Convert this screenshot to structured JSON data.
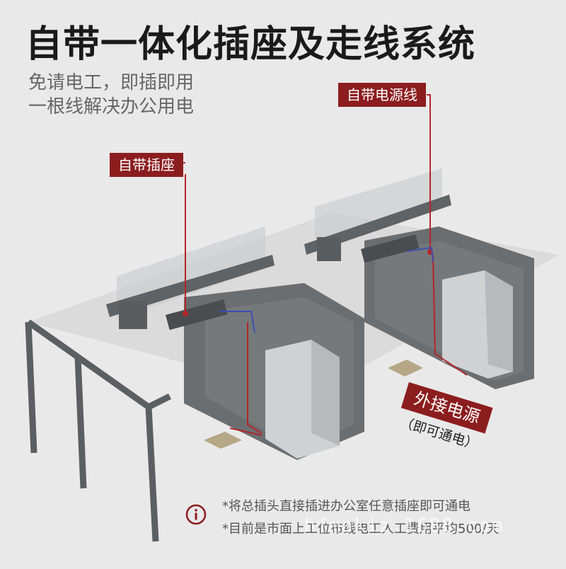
{
  "title": "自带一体化插座及走线系统",
  "subtitle": [
    "免请电工，即插即用",
    "一根线解决办公用电"
  ],
  "callouts": {
    "outlet": "自带插座",
    "power_cord": "自带电源线",
    "external_power": "外接电源",
    "external_power_note": "（即可通电）"
  },
  "notes": [
    "*将总插头直接插进办公室任意插座即可通电",
    "*目前是市面上工位布线电工人工费用平均500/天"
  ],
  "watermark": "hfmakiz.1688.com",
  "colors": {
    "accent": "#8c1d1f",
    "background": "#e9e9e9",
    "frame": "#555a5e"
  },
  "icons": [
    "info-icon"
  ]
}
